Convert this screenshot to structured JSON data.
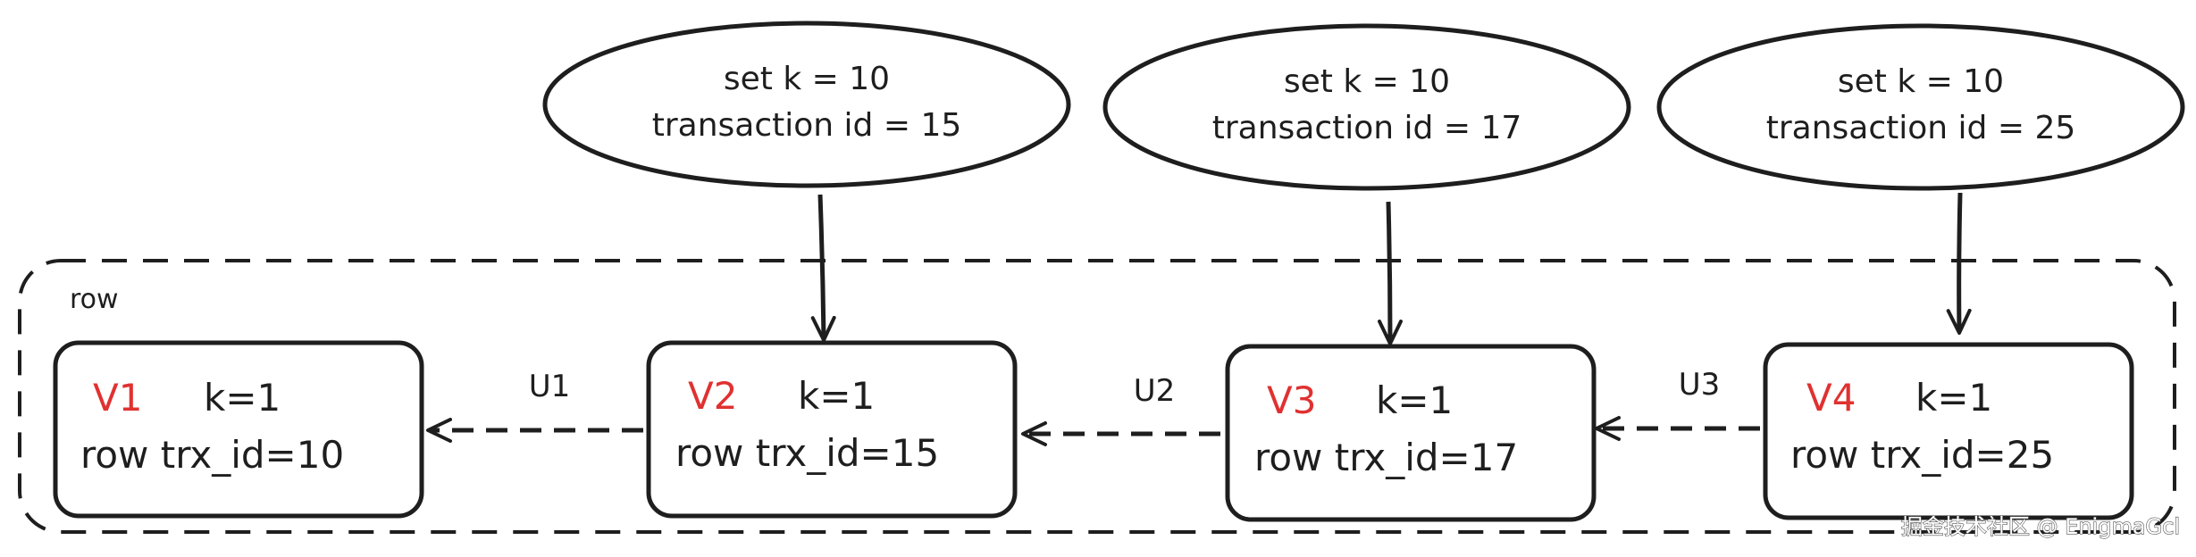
{
  "container": {
    "label": "row"
  },
  "transactions": [
    {
      "line1": "set k = 10",
      "line2": "transaction id = 15"
    },
    {
      "line1": "set k = 10",
      "line2": "transaction id = 17"
    },
    {
      "line1": "set k = 10",
      "line2": "transaction id = 25"
    }
  ],
  "versions": [
    {
      "tag": "V1",
      "value": "k=1",
      "trx": "row trx_id=10"
    },
    {
      "tag": "V2",
      "value": "k=1",
      "trx": "row trx_id=15"
    },
    {
      "tag": "V3",
      "value": "k=1",
      "trx": "row trx_id=17"
    },
    {
      "tag": "V4",
      "value": "k=1",
      "trx": "row trx_id=25"
    }
  ],
  "undo_links": [
    {
      "label": "U1"
    },
    {
      "label": "U2"
    },
    {
      "label": "U3"
    }
  ],
  "watermark": "掘金技术社区 @ EnigmaGcl",
  "colors": {
    "stroke": "#1e1e1e",
    "version_tag": "#e03131",
    "background": "#ffffff"
  }
}
